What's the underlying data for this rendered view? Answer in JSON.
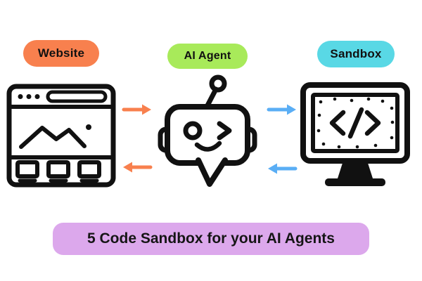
{
  "colors": {
    "website_pill": "#F8804E",
    "agent_pill": "#A8EA5A",
    "sandbox_pill": "#59D8E5",
    "banner_pill": "#DCA8EC",
    "arrow_orange": "#F8804E",
    "arrow_blue": "#5AAEF5",
    "ink": "#111111"
  },
  "nodes": {
    "website": {
      "label": "Website",
      "icon": "browser-window-icon"
    },
    "agent": {
      "label": "AI Agent",
      "icon": "robot-icon"
    },
    "sandbox": {
      "label": "Sandbox",
      "icon": "monitor-code-icon"
    }
  },
  "banner": {
    "text": "5 Code Sandbox for your AI Agents"
  }
}
